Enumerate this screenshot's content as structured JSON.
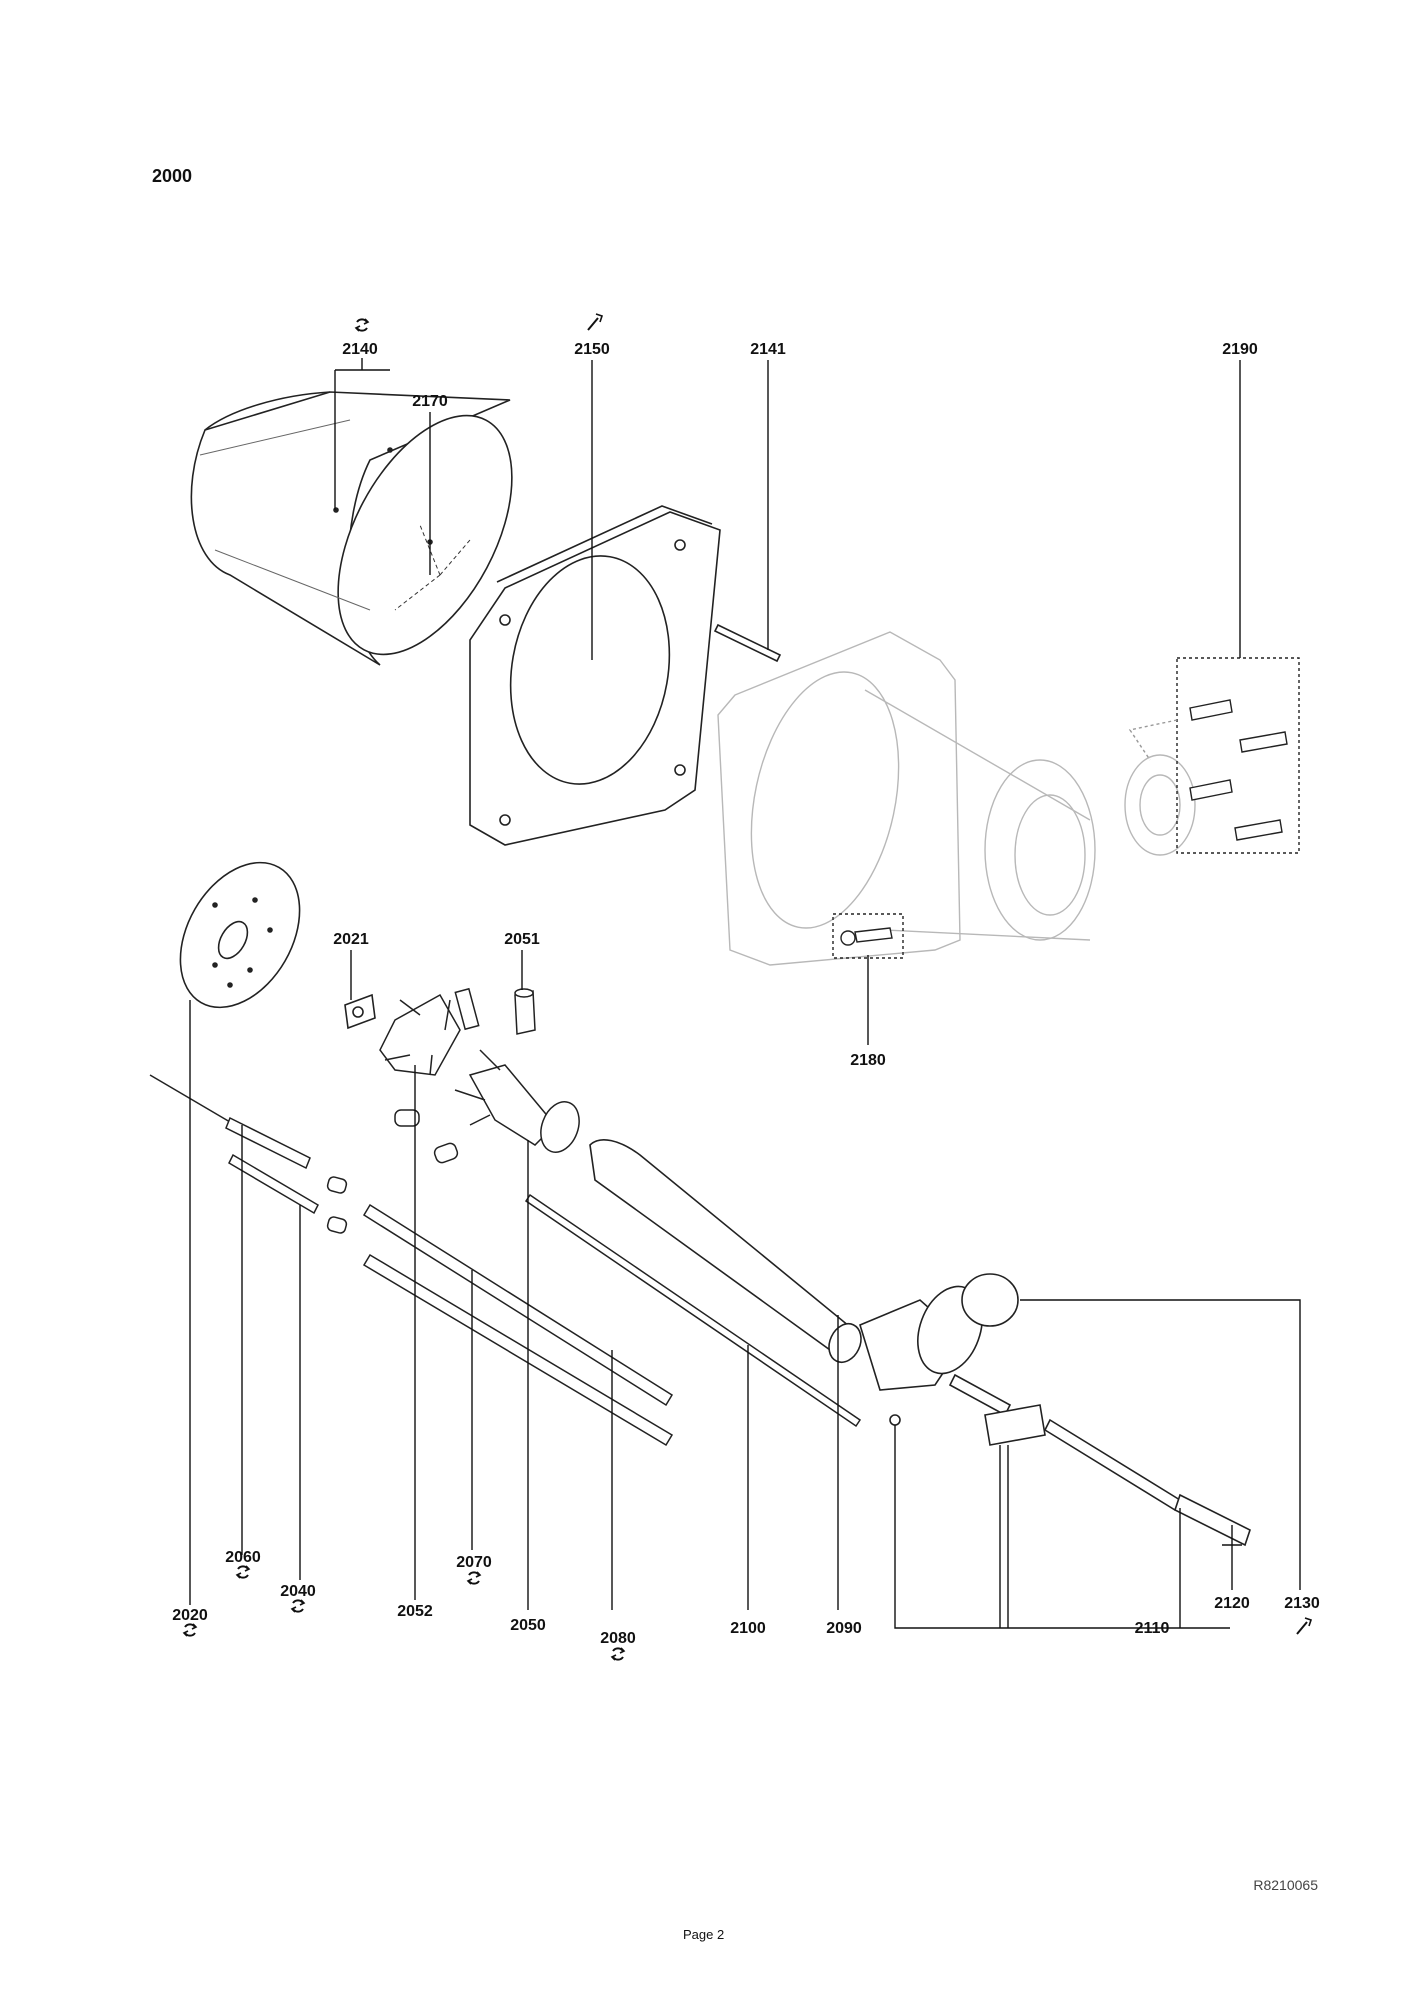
{
  "diagram": {
    "group_number": "2000",
    "drawing_reference": "R8210065",
    "page_label": "Page 2"
  },
  "callouts": {
    "c2140": "2140",
    "c2150": "2150",
    "c2141": "2141",
    "c2190": "2190",
    "c2170": "2170",
    "c2021": "2021",
    "c2051": "2051",
    "c2180": "2180",
    "c2060": "2060",
    "c2040": "2040",
    "c2020": "2020",
    "c2052": "2052",
    "c2070": "2070",
    "c2050": "2050",
    "c2080": "2080",
    "c2100": "2100",
    "c2090": "2090",
    "c2110": "2110",
    "c2120": "2120",
    "c2130": "2130"
  },
  "symbols": {
    "replaceable": "circular-arrows-icon",
    "wear_part": "wrench-icon"
  }
}
